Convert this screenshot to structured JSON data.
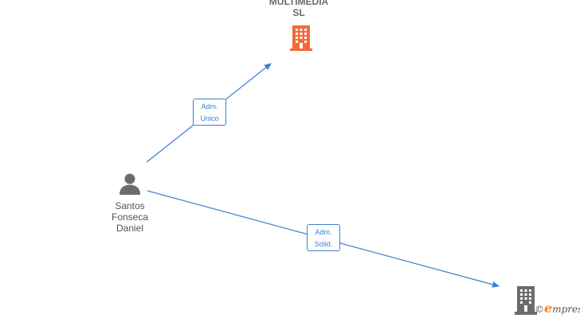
{
  "nodes": {
    "company_top": {
      "name_line1": "MULTIMEDIA",
      "name_line2": "SL",
      "icon": "building-icon",
      "color": "#f26b3a"
    },
    "person": {
      "name_line1": "Santos",
      "name_line2": "Fonseca",
      "name_line3": "Daniel",
      "icon": "person-icon",
      "color": "#6b6b6b"
    },
    "company_bottom": {
      "icon": "building-icon",
      "color": "#6b6b6b"
    }
  },
  "edges": [
    {
      "label_line1": "Adm.",
      "label_line2": "Unico"
    },
    {
      "label_line1": "Adm.",
      "label_line2": "Solid."
    }
  ],
  "brand": {
    "text_initial": "e",
    "text_rest": "mpresia",
    "copyright": "©"
  },
  "colors": {
    "edge": "#3b7fd4",
    "company_top": "#f26b3a",
    "company_bottom": "#6b6b6b"
  }
}
